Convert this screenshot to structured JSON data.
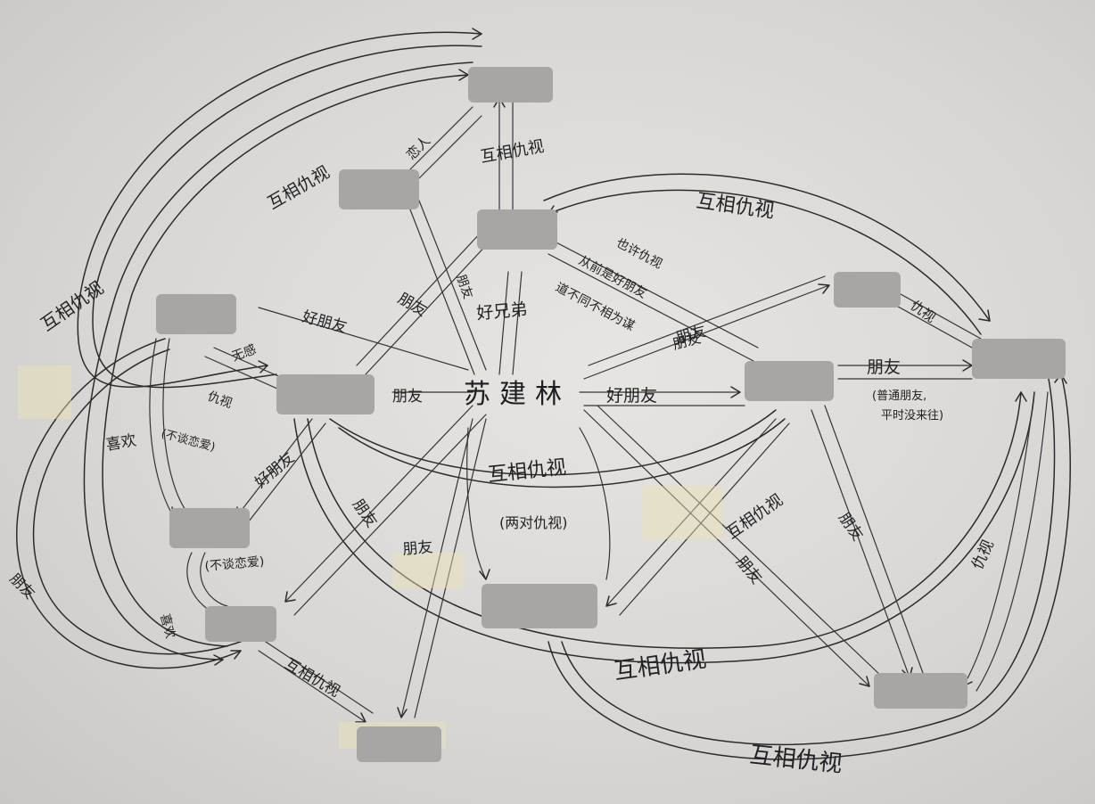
{
  "center_person": "苏建林",
  "nodes": [
    {
      "id": "n_top"
    },
    {
      "id": "n_upper_left"
    },
    {
      "id": "n_upper_mid"
    },
    {
      "id": "n_left"
    },
    {
      "id": "n_inner_left"
    },
    {
      "id": "n_left_low"
    },
    {
      "id": "n_bottom_left"
    },
    {
      "id": "n_bottom"
    },
    {
      "id": "n_center_low"
    },
    {
      "id": "n_right_mid"
    },
    {
      "id": "n_right_upper"
    },
    {
      "id": "n_far_right"
    },
    {
      "id": "n_bottom_right"
    }
  ],
  "labels": [
    {
      "id": "l1",
      "text": "互相仇视"
    },
    {
      "id": "l2",
      "text": "恋人"
    },
    {
      "id": "l3",
      "text": "互相仇视"
    },
    {
      "id": "l4",
      "text": "互相仇视"
    },
    {
      "id": "l5",
      "text": "互相仇视"
    },
    {
      "id": "l6",
      "text": "也许仇视"
    },
    {
      "id": "l7",
      "text": "从前是好朋友"
    },
    {
      "id": "l8",
      "text": "道不同不相为谋"
    },
    {
      "id": "l9",
      "text": "好朋友"
    },
    {
      "id": "l10",
      "text": "朋友"
    },
    {
      "id": "l11",
      "text": "朋友"
    },
    {
      "id": "l12",
      "text": "好兄弟"
    },
    {
      "id": "l13",
      "text": "无感"
    },
    {
      "id": "l14",
      "text": "仇视"
    },
    {
      "id": "l15",
      "text": "喜欢"
    },
    {
      "id": "l16",
      "text": "(不谈恋爱)"
    },
    {
      "id": "l17",
      "text": "朋友"
    },
    {
      "id": "l18",
      "text": "好朋友"
    },
    {
      "id": "l19",
      "text": "朋友"
    },
    {
      "id": "l20",
      "text": "互相仇视"
    },
    {
      "id": "l21",
      "text": "(两对仇视)"
    },
    {
      "id": "l22",
      "text": "朋友"
    },
    {
      "id": "l23",
      "text": "好朋友"
    },
    {
      "id": "l24",
      "text": "朋友"
    },
    {
      "id": "l25",
      "text": "仇视"
    },
    {
      "id": "l26",
      "text": "朋友"
    },
    {
      "id": "l27",
      "text": "(普通朋友,"
    },
    {
      "id": "l28",
      "text": "平时没来往)"
    },
    {
      "id": "l29",
      "text": "互相仇视"
    },
    {
      "id": "l30",
      "text": "朋友"
    },
    {
      "id": "l31",
      "text": "朋友"
    },
    {
      "id": "l32",
      "text": "仇视"
    },
    {
      "id": "l33",
      "text": "互相仇视"
    },
    {
      "id": "l34",
      "text": "互相仇视"
    },
    {
      "id": "l35",
      "text": "(不谈恋爱)"
    },
    {
      "id": "l36",
      "text": "喜欢"
    },
    {
      "id": "l37",
      "text": "互相仇视"
    },
    {
      "id": "l38",
      "text": "朋友"
    },
    {
      "id": "l39",
      "text": "朋友"
    }
  ],
  "colors": {
    "ink": "#2b2b2e",
    "paper": "#e2e0dd",
    "redaction": "#a8a6a4"
  }
}
